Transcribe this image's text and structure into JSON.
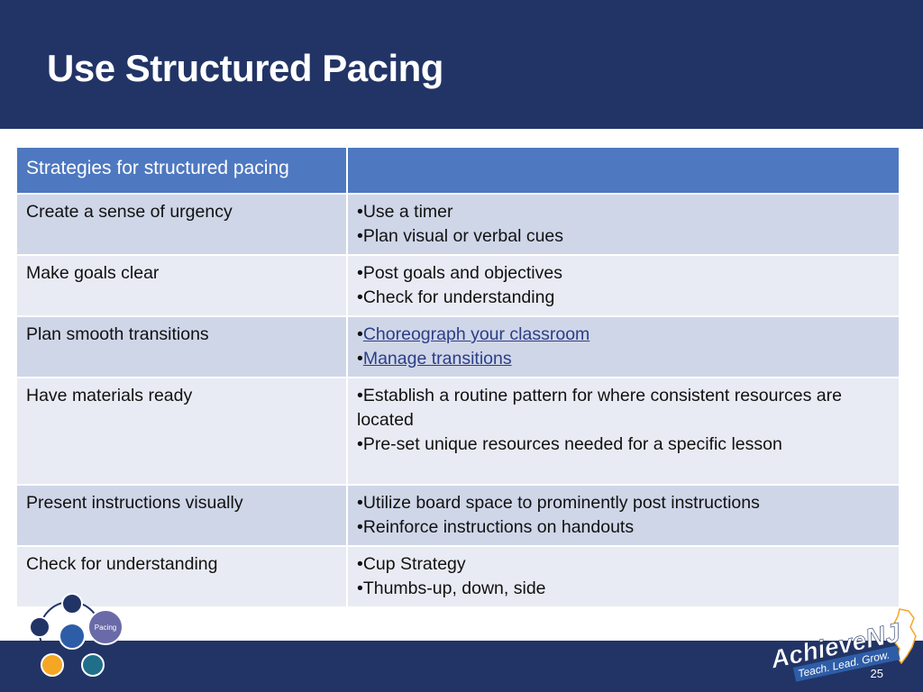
{
  "slide": {
    "title": "Use Structured Pacing",
    "page_number": "25"
  },
  "table": {
    "header": [
      "Strategies for structured pacing",
      ""
    ],
    "rows": [
      {
        "strategy": "Create a sense of urgency",
        "bullets": [
          "•Use a timer",
          "•Plan visual or verbal cues"
        ]
      },
      {
        "strategy": "Make goals clear",
        "bullets": [
          "•Post goals and objectives",
          "•Check for understanding"
        ]
      },
      {
        "strategy": "Plan smooth transitions",
        "bullets_prefix": [
          "•",
          "•"
        ],
        "links": [
          "Choreograph your classroom",
          "Manage transitions"
        ]
      },
      {
        "strategy": "Have materials ready",
        "bullets": [
          "•Establish a routine pattern for where consistent resources are located",
          "•Pre-set unique resources needed for a specific lesson"
        ]
      },
      {
        "strategy": "Present instructions visually",
        "bullets": [
          "•Utilize board space to prominently post instructions",
          "•Reinforce instructions on handouts"
        ]
      },
      {
        "strategy": "Check for understanding",
        "bullets": [
          "•Cup Strategy",
          "•Thumbs-up, down, side"
        ]
      }
    ]
  },
  "cycle_graphic": {
    "active_label": "Pacing",
    "colors": {
      "dark": "#223466",
      "mid": "#2e5da8",
      "purple": "#6a6aa8",
      "orange": "#f5a623",
      "teal": "#1f6f8b"
    }
  },
  "logo": {
    "name": "AchieveNJ",
    "tagline": "Teach. Lead. Grow."
  },
  "colors": {
    "header_bg": "#223466",
    "table_header_bg": "#4e78c0",
    "row_a": "#cfd6e8",
    "row_b": "#e8ebf3",
    "link": "#2c3e86"
  }
}
